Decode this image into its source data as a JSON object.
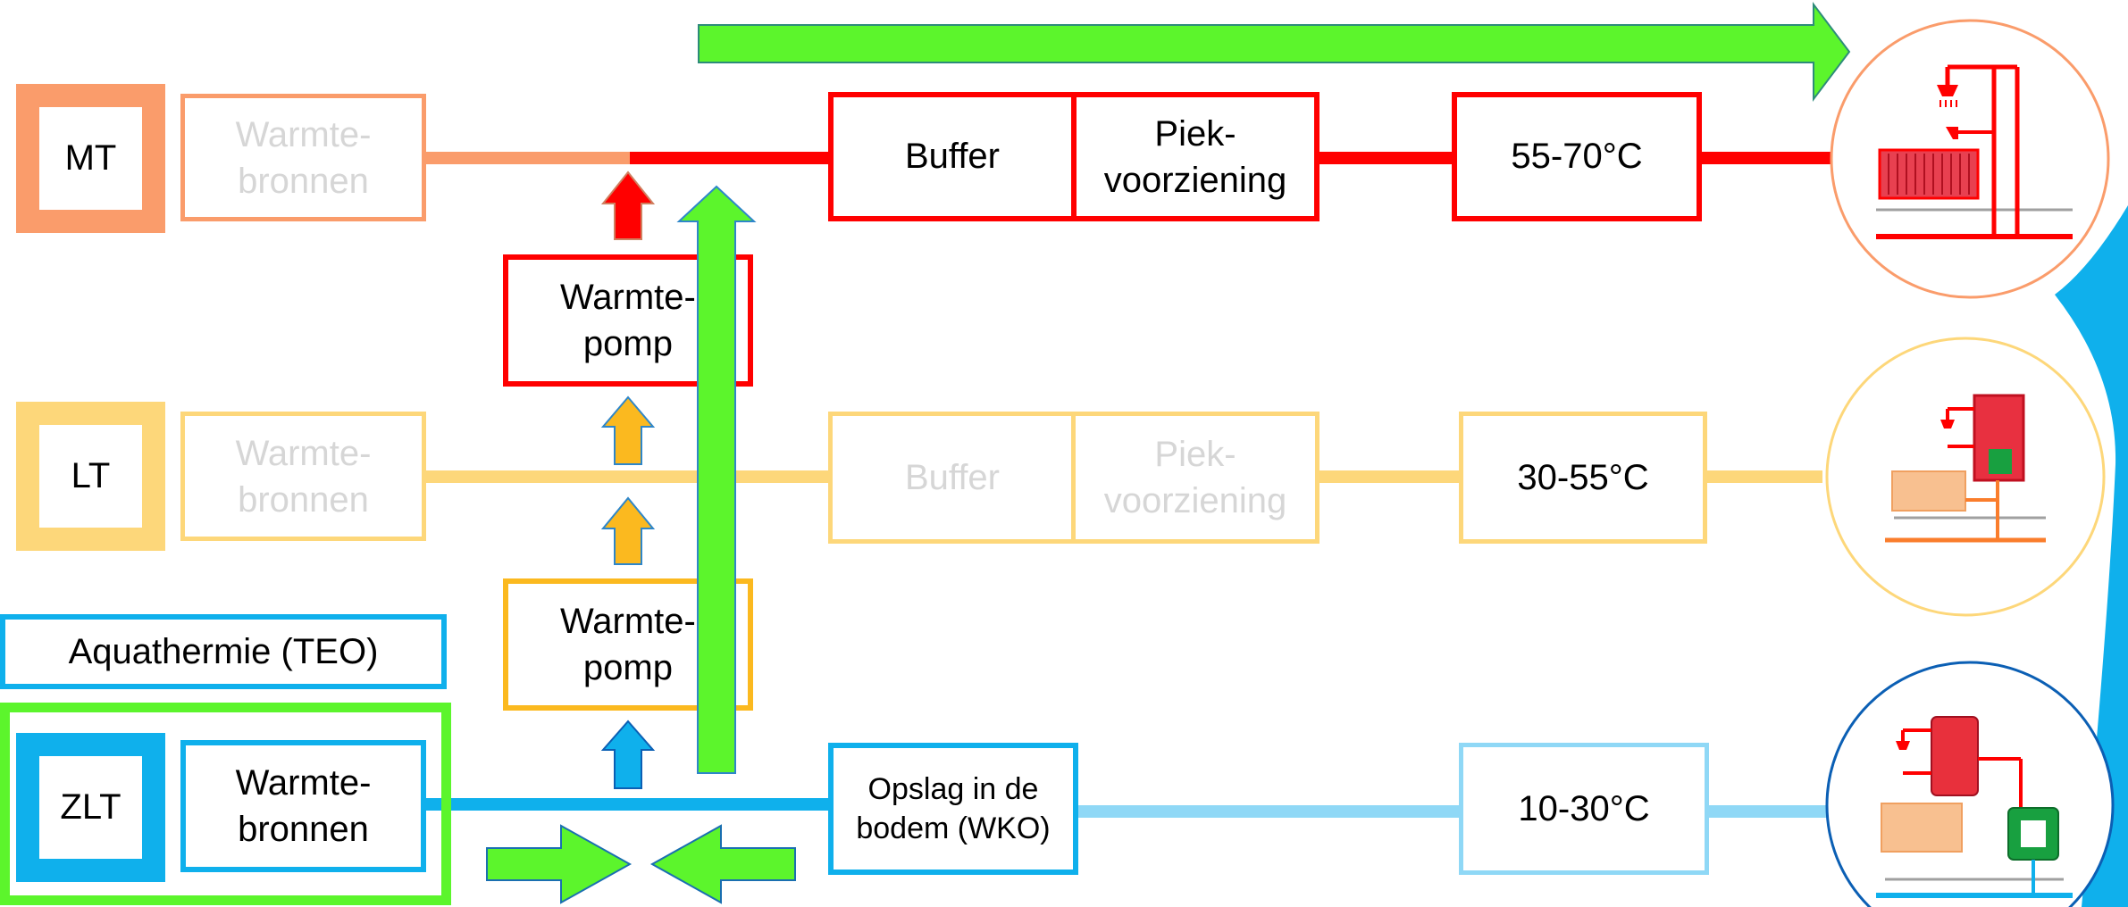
{
  "levels": {
    "mt": {
      "tag": "MT",
      "source": "Warmte-\nbronnen",
      "buffer": "Buffer",
      "peak": "Piek-\nvoorziening",
      "temp": "55-70°C",
      "color": "#ff0000",
      "tag_color": "#fa9c6b"
    },
    "lt": {
      "tag": "LT",
      "source": "Warmte-\nbronnen",
      "buffer": "Buffer",
      "peak": "Piek-\nvoorziening",
      "temp": "30-55°C",
      "color": "#fdd77a"
    },
    "zlt": {
      "tag": "ZLT",
      "source": "Warmte-\nbronnen",
      "storage": "Opslag in de\nbodem (WKO)",
      "temp": "10-30°C",
      "color": "#0fb0ec",
      "light_color": "#8fd8f6",
      "frame_color": "#5cf52c"
    }
  },
  "aquathermie": "Aquathermie (TEO)",
  "heat_pumps": {
    "upper": "Warmte-\npomp",
    "lower": "Warmte-\npomp"
  },
  "colors": {
    "green_arrow": "#5cf52c",
    "orange_arrow": "#fbb91f",
    "dark_blue": "#0b5fb4"
  }
}
